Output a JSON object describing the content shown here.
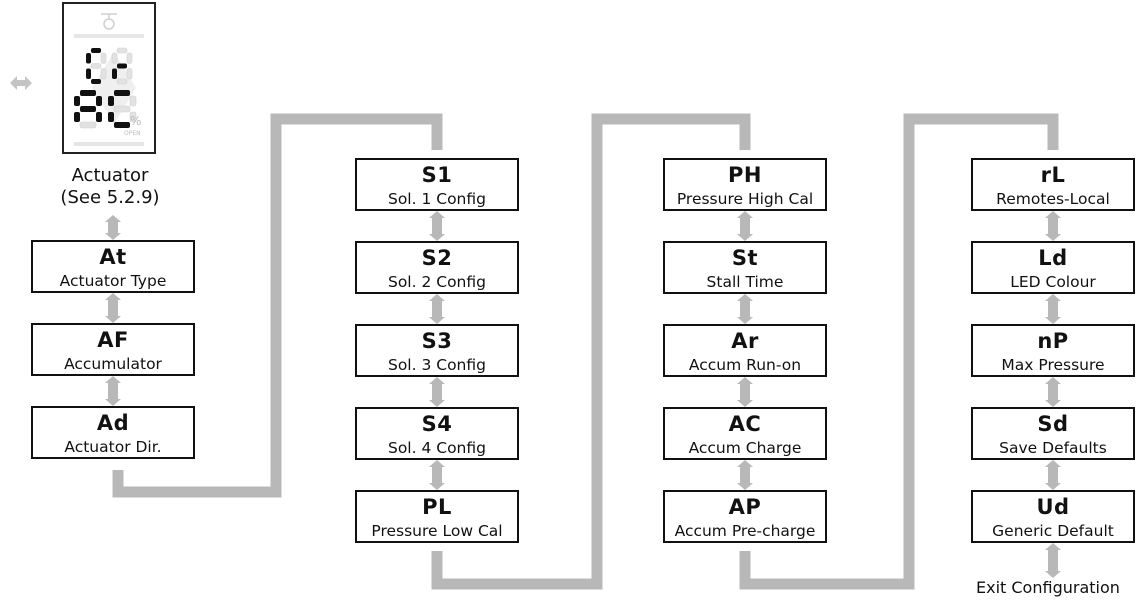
{
  "colors": {
    "connector": "#b8b8b8",
    "border": "#111111",
    "lcd_segment": "#111111",
    "lcd_faint": "#e2e2e2"
  },
  "icons": [
    "double-arrow-icon",
    "updown-arrow-icon",
    "valve-icon"
  ],
  "display": {
    "line1": "Cr",
    "line2": "AC",
    "percent_symbol": "%",
    "open_label": "OPEN",
    "caption_title": "Actuator",
    "caption_ref": "(See 5.2.9)"
  },
  "columns": [
    {
      "items": [
        {
          "code": "At",
          "label": "Actuator Type"
        },
        {
          "code": "AF",
          "label": "Accumulator"
        },
        {
          "code": "Ad",
          "label": "Actuator Dir."
        }
      ]
    },
    {
      "items": [
        {
          "code": "S1",
          "label": "Sol. 1 Config"
        },
        {
          "code": "S2",
          "label": "Sol. 2 Config"
        },
        {
          "code": "S3",
          "label": "Sol. 3 Config"
        },
        {
          "code": "S4",
          "label": "Sol. 4 Config"
        },
        {
          "code": "PL",
          "label": "Pressure Low Cal"
        }
      ]
    },
    {
      "items": [
        {
          "code": "PH",
          "label": "Pressure High Cal"
        },
        {
          "code": "St",
          "label": "Stall Time"
        },
        {
          "code": "Ar",
          "label": "Accum Run-on"
        },
        {
          "code": "AC",
          "label": "Accum Charge"
        },
        {
          "code": "AP",
          "label": "Accum Pre-charge"
        }
      ]
    },
    {
      "items": [
        {
          "code": "rL",
          "label": "Remotes-Local"
        },
        {
          "code": "Ld",
          "label": "LED Colour"
        },
        {
          "code": "nP",
          "label": "Max Pressure"
        },
        {
          "code": "Sd",
          "label": "Save Defaults"
        },
        {
          "code": "Ud",
          "label": "Generic Default"
        }
      ]
    }
  ],
  "exit_label": "Exit Configuration"
}
